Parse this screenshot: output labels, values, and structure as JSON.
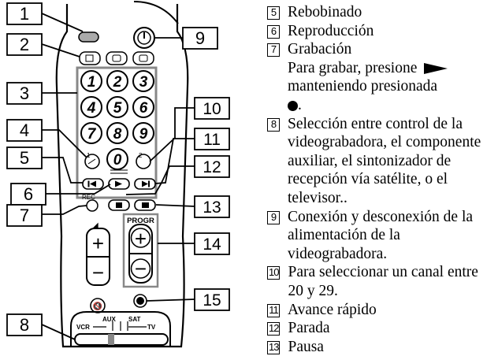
{
  "callouts": {
    "c1": "1",
    "c2": "2",
    "c3": "3",
    "c4": "4",
    "c5": "5",
    "c6": "6",
    "c7": "7",
    "c8": "8",
    "c9": "9",
    "c10": "10",
    "c11": "11",
    "c12": "12",
    "c13": "13",
    "c14": "14",
    "c15": "15"
  },
  "remote": {
    "digits": [
      "1",
      "2",
      "3",
      "4",
      "5",
      "6",
      "7",
      "8",
      "9",
      "0"
    ],
    "rec_label": "REC",
    "progr_label": "PROGR",
    "plus": "+",
    "minus": "−",
    "switch_aux": "AUX",
    "switch_sat": "SAT",
    "switch_vcr": "VCR",
    "switch_tv": "TV",
    "key_1": "1",
    "key_2": "2"
  },
  "list": [
    {
      "num": "5",
      "text": "Rebobinado"
    },
    {
      "num": "6",
      "text": "Reproducción"
    },
    {
      "num": "7",
      "text": "Grabación",
      "line2": "Para grabar, presione",
      "line3": "manteniendo presionada",
      "line4": "."
    },
    {
      "num": "8",
      "text": "Selección entre control de la videograbadora, el componente auxiliar, el sintonizador de recepción vía satélite, o el televisor.."
    },
    {
      "num": "9",
      "text": "Conexión y desconexión de la alimentación de la videograbadora."
    },
    {
      "num": "10",
      "text": "Para seleccionar un canal entre 20 y 29."
    },
    {
      "num": "11",
      "text": "Avance rápido"
    },
    {
      "num": "12",
      "text": "Parada"
    },
    {
      "num": "13",
      "text": "Pausa"
    }
  ]
}
